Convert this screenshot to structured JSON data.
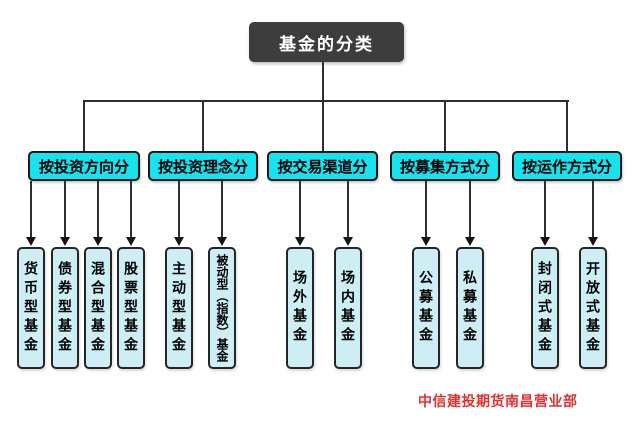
{
  "diagram": {
    "root": "基金的分类",
    "groups": [
      {
        "label": "按投资方向分",
        "children": [
          "货币型基金",
          "债券型基金",
          "混合型基金",
          "股票型基金"
        ]
      },
      {
        "label": "按投资理念分",
        "children": [
          "主动型基金",
          "被动型（指数）基金"
        ]
      },
      {
        "label": "按交易渠道分",
        "children": [
          "场外基金",
          "场内基金"
        ]
      },
      {
        "label": "按募集方式分",
        "children": [
          "公募基金",
          "私募基金"
        ]
      },
      {
        "label": "按运作方式分",
        "children": [
          "封闭式基金",
          "开放式基金"
        ]
      }
    ],
    "footer_brand": "中信建投期货南昌营业部",
    "colors": {
      "root_fill": "#3d3d3d",
      "root_text": "#ffffff",
      "category_fill": "#17e2ee",
      "leaf_fill": "#cdeef5",
      "connector_line": "#2e2e2e",
      "brand_text": "#e03131"
    }
  }
}
